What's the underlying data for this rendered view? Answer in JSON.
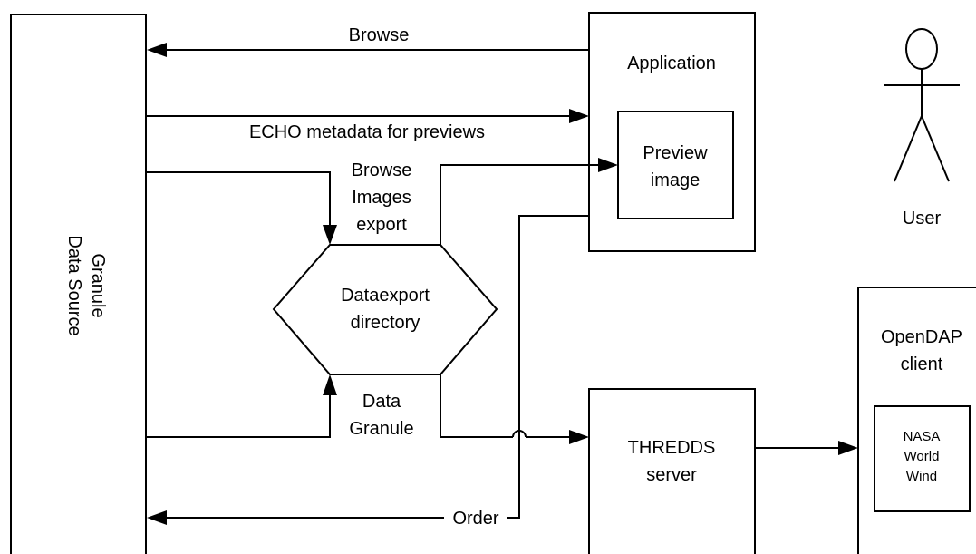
{
  "nodes": {
    "granule_source": {
      "line1": "Granule",
      "line2": "Data Source"
    },
    "application": {
      "label": "Application"
    },
    "preview_image": {
      "line1": "Preview",
      "line2": "image"
    },
    "user": {
      "label": "User"
    },
    "export_dir": {
      "line1": "Dataexport",
      "line2": "directory"
    },
    "thredds": {
      "line1": "THREDDS",
      "line2": "server"
    },
    "opendap": {
      "line1": "OpenDAP",
      "line2": "client"
    },
    "nasa_ww": {
      "line1": "NASA",
      "line2": "World",
      "line3": "Wind"
    }
  },
  "edges": {
    "browse": {
      "label": "Browse"
    },
    "echo_metadata": {
      "label": "ECHO metadata for previews"
    },
    "browse_images_export": {
      "line1": "Browse",
      "line2": "Images",
      "line3": "export"
    },
    "data_granule": {
      "line1": "Data",
      "line2": "Granule"
    },
    "order": {
      "label": "Order"
    }
  }
}
